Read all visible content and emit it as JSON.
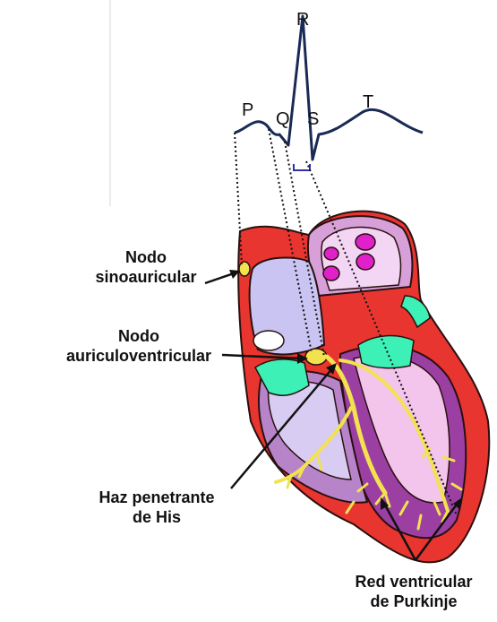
{
  "ecg": {
    "wave_labels": {
      "p": "P",
      "q": "Q",
      "r": "R",
      "s": "S",
      "t": "T"
    }
  },
  "labels": {
    "sa_node": {
      "line1": "Nodo",
      "line2": "sinoauricular"
    },
    "av_node": {
      "line1": "Nodo",
      "line2": "auriculoventricular"
    },
    "his_bundle": {
      "line1": "Haz penetrante",
      "line2": "de His"
    },
    "purkinje": {
      "line1": "Red ventricular",
      "line2": "de Purkinje"
    }
  },
  "colors": {
    "outer_wall": "#e8352f",
    "left_ventricle": "#9b3fa3",
    "right_ventricle": "#b884c9",
    "atria": "#c9c4f2",
    "valves": "#3df0b5",
    "conduction": "#f2e24f",
    "vessel_openings": "#e020c8",
    "lines": "#111111"
  }
}
